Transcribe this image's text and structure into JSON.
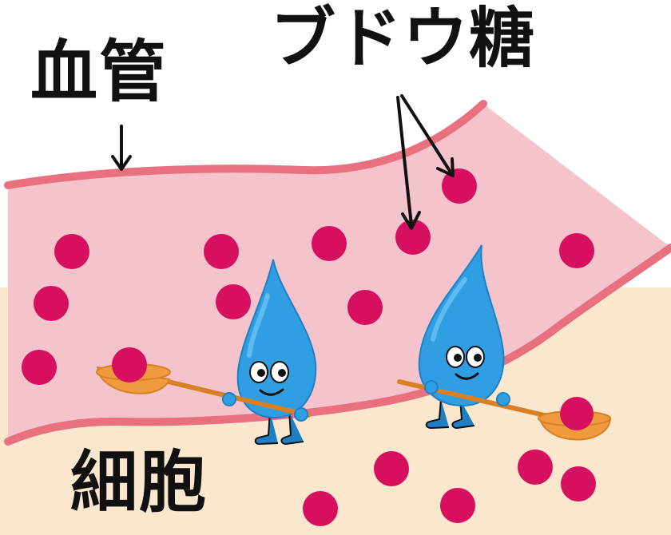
{
  "labels": {
    "vessel": "血管",
    "glucose": "ブドウ糖",
    "cell": "細胞"
  },
  "colors": {
    "vessel_fill": "#f5c3cc",
    "vessel_wall": "#e8707f",
    "cell_fill": "#fbe6ce",
    "glucose_dot": "#d6105f",
    "droplet_fill": "#2f9ee3",
    "droplet_light": "#5fbcf0",
    "droplet_dark": "#1f7fc4",
    "spoon_fill": "#f09a3e",
    "spoon_dark": "#d97f24",
    "outline": "#111111"
  },
  "icons": {
    "character": "water-droplet-character",
    "tool": "spoon",
    "molecule": "glucose-dot"
  }
}
